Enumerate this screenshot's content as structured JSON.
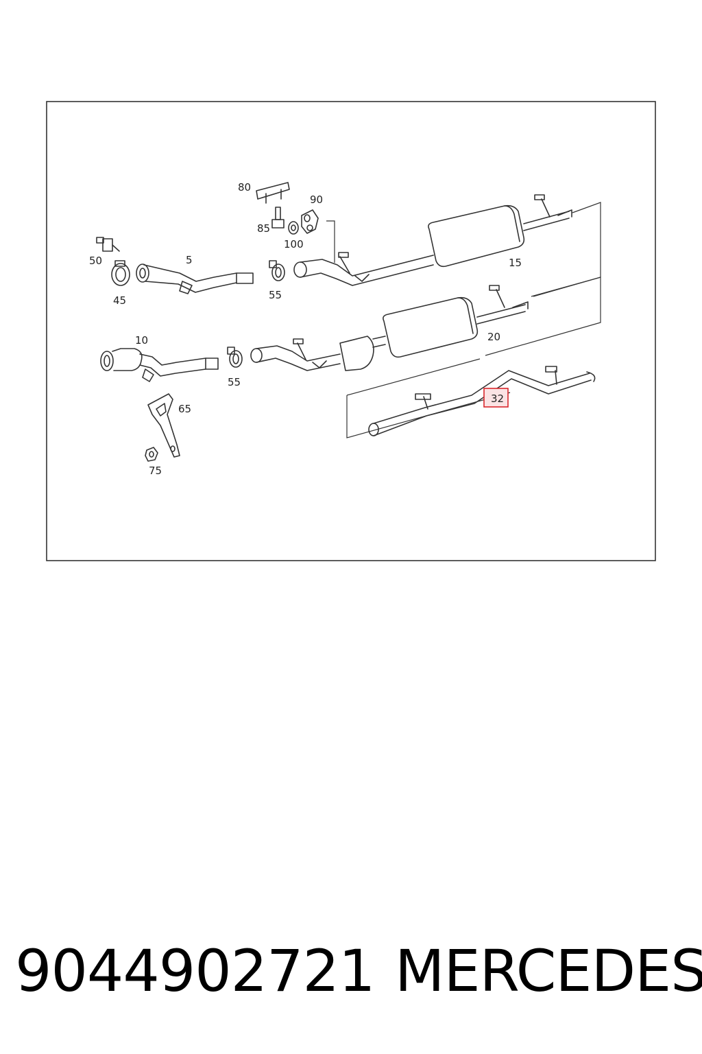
{
  "diagram": {
    "part_labels": {
      "p5": "5",
      "p10": "10",
      "p15": "15",
      "p20": "20",
      "p32": "32",
      "p45": "45",
      "p50": "50",
      "p55a": "55",
      "p55b": "55",
      "p65": "65",
      "p75": "75",
      "p80": "80",
      "p85": "85",
      "p90": "90",
      "p100": "100"
    },
    "highlight_color": "#d9262b",
    "highlight_fill": "#fbe3e4"
  },
  "footer": {
    "part_number": "9044902721",
    "brand": "MERCEDES"
  }
}
